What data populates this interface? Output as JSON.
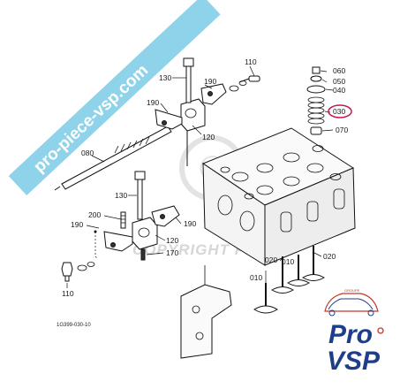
{
  "banner": {
    "text": "pro-piece-vsp.com",
    "color": "#8fd3ea"
  },
  "watermark": {
    "symbol": "©",
    "text": "COPYRIGHT ProVSP"
  },
  "part_labels": {
    "l110_top": "110",
    "l130_top": "130",
    "l190_a": "190",
    "l190_b": "190",
    "l120_top": "120",
    "l080": "080",
    "l060": "060",
    "l050": "050",
    "l040": "040",
    "l030": "030",
    "l070": "070",
    "l130_mid": "130",
    "l200": "200",
    "l190_c": "190",
    "l190_d": "190",
    "l120_mid": "120",
    "l170": "170",
    "l020_a": "020",
    "l010_a": "010",
    "l020_b": "020",
    "l010_b": "010",
    "l110_bottom": "110"
  },
  "highlight": {
    "part": "030",
    "color": "#c2185b"
  },
  "reference_code": "1G399-030-10",
  "logo": {
    "line1": "Pro",
    "line2": "VSP",
    "tagline": "GROUPE",
    "text_color": "#1f3e8a",
    "accent_color": "#c0392b"
  }
}
